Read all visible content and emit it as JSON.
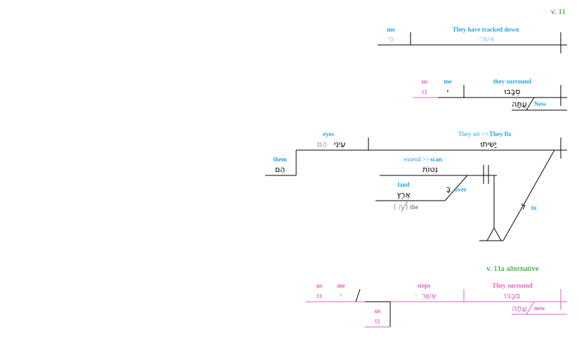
{
  "colors": {
    "line": "#000000",
    "blue": "#29a3e0",
    "magenta": "#e35dc0",
    "green": "#0a8f0a",
    "gray": "#888888"
  },
  "v11_label": "v. 11",
  "block1": {
    "obj_gloss": "me",
    "obj_heb": "ני",
    "verb_gloss": "They have tracked down",
    "verb_heb": "אשׁרֻ׳"
  },
  "block2": {
    "us_gloss": "us",
    "us_heb": "נוּ",
    "me_gloss": "me",
    "me_heb": "י",
    "verb_gloss": "they surround",
    "verb_heb": "סְבָבוּ",
    "adv_heb": "עַתָּה",
    "adv_gloss": "Now"
  },
  "block3": {
    "eyes_gloss": "eyes",
    "eyes_heb_a": "עֵינֵי",
    "eyes_heb_b": "הֶם",
    "verb_gloss_a": "They set >>",
    "verb_gloss_b": "They fix",
    "verb_heb": "יָשִׁיתוּ",
    "them_gloss": "them",
    "them_heb": "הֵם",
    "inf_gloss_a": "extend >>",
    "inf_gloss_b": "scan",
    "inf_heb": "נְטוֹת",
    "land_gloss": "land",
    "land_heb": "אֶרֶץ",
    "prep_over_heb": "בָּ",
    "prep_over_gloss": "over",
    "article_heb": "( ה )",
    "article_gloss": "the",
    "prep_to_heb": "לִ",
    "prep_to_gloss": "to"
  },
  "alt_label": "v. 11a alternative",
  "block4": {
    "us_gloss": "us",
    "us_heb": "נוּ",
    "me_gloss": "me",
    "me_heb": "י",
    "steps_gloss": "steps",
    "steps_heb_a": "אַשֻּׁרֵ",
    "steps_heb_b": "ֽי",
    "verb_gloss": "They surround",
    "verb_heb": "סְבָבוּ",
    "adv_heb": "עַתָּה",
    "adv_gloss": "now",
    "us2_gloss": "us",
    "us2_heb": "נוּ"
  }
}
